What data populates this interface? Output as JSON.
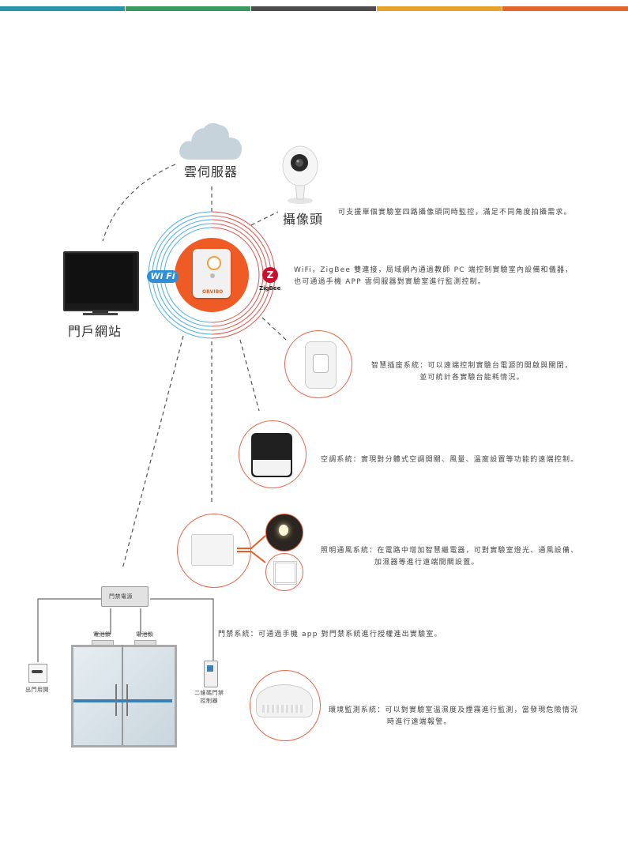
{
  "colors": {
    "topbar": [
      "#2a95a8",
      "#3a9a5e",
      "#4d4d4d",
      "#e8a32e",
      "#e2672e"
    ],
    "accent": "#ef5b25",
    "wifi": "#2d8fd6",
    "zigbee": "#c8102e"
  },
  "cloud_label": "雲伺服器",
  "camera_label": "攝像頭",
  "camera_desc": "可支援單個實驗室四路攝像頭同時監控，滿足不同角度拍攝需求。",
  "portal_label": "門戶網站",
  "wifi_logo": "Wi Fi",
  "zigbee_logo": "ZigBee",
  "hub_brand": "ORVIBO",
  "hub_desc": [
    "WiFi，ZigBee 雙連接，局域網內通過教師 PC 端控制實驗室內設備和儀器，",
    "也可通過手機 APP 雲伺服器對實驗室進行監測控制。"
  ],
  "socket_desc": [
    "智慧插座系統：可以遠端控制實驗台電源的開啟與關閉，",
    "並可統計各實驗台能耗情況。"
  ],
  "ac_desc": "空調系統：實現對分體式空調開關、風量、溫度設置等功能的遠端控制。",
  "light_desc": [
    "照明通風系統：在電路中增加智慧繼電器，可對實驗室燈光、通風設備、",
    "加濕器等進行遠端開關設置。"
  ],
  "door": {
    "power_label": "門禁電源",
    "lock_left": "電池鎖",
    "lock_right": "電池鎖",
    "exit_button": "出門用開",
    "controller": [
      "二維碼門禁",
      "控制器"
    ],
    "desc": "門禁系統：可通過手機 app 對門禁系統進行授權進出實驗室。"
  },
  "env_desc": [
    "環境監測系統：可以對實驗室溫濕度及煙霧進行監測，當發現危險情況",
    "時進行遠端報警。"
  ]
}
